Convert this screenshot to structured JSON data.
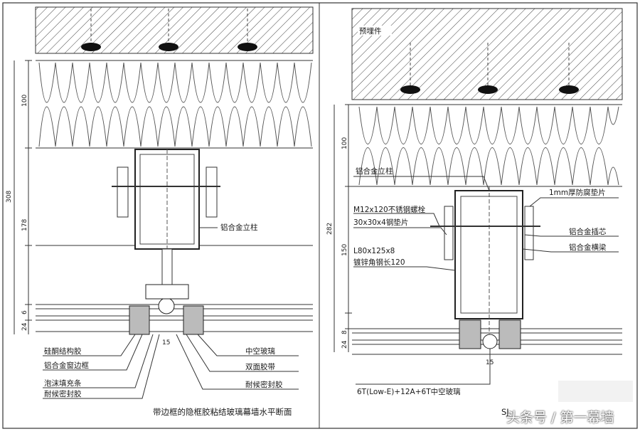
{
  "left_panel": {
    "dim_total": "308",
    "dim_insulation": "100",
    "dim_frame": "178",
    "dim_glass_a": "6",
    "dim_glass_b": "24",
    "dim_gap": "15",
    "label_mullion": "铝合金立柱",
    "labels_left": [
      "硅酮结构胶",
      "铝合金窗边框",
      "泡沫填充条",
      "耐候密封胶"
    ],
    "labels_right": [
      "中空玻璃",
      "双面胶带",
      "耐候密封胶"
    ],
    "title": "带边框的隐框胶粘结玻璃幕墙水平断面"
  },
  "right_panel": {
    "label_embed": "预埋件",
    "dim_total": "282",
    "dim_insulation": "100",
    "dim_frame": "150",
    "dim_glass_a": "8",
    "dim_glass_b": "24",
    "dim_gap": "15",
    "label_mullion": "铝合金立柱",
    "labels_left": [
      "M12x120不锈钢螺栓",
      "30x30x4钢垫片",
      "L80x125x8",
      "镀锌角钢长120"
    ],
    "labels_right": [
      "1mm厚防腐垫片",
      "铝合金插芯",
      "铝合金横梁"
    ],
    "label_glass": "6T(Low-E)+12A+6T中空玻璃",
    "title_partial": "SJ"
  },
  "watermark": "头条号 / 第一幕墙"
}
